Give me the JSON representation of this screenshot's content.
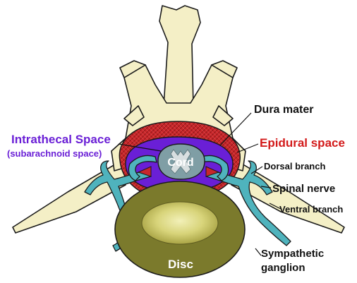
{
  "labels": {
    "dura_mater": "Dura mater",
    "intrathecal_space": "Intrathecal Space",
    "subarachnoid_space": "(subarachnoid space)",
    "epidural_space": "Epidural space",
    "dorsal_branch": "Dorsal branch",
    "spinal_nerve": "Spinal nerve",
    "ventral_branch": "Ventral branch",
    "cord": "Cord",
    "disc": "Disc",
    "sympathetic": "Sympathetic",
    "ganglion": "ganglion"
  },
  "colors": {
    "bone": "#f4efc6",
    "epidural_fat": "#c8272b",
    "dura": "#6a1fd6",
    "nerve": "#4fb3bd",
    "disc": "#7b7a2c",
    "disc_center": "#e9e7a0",
    "cord": "#7f9ea5"
  }
}
